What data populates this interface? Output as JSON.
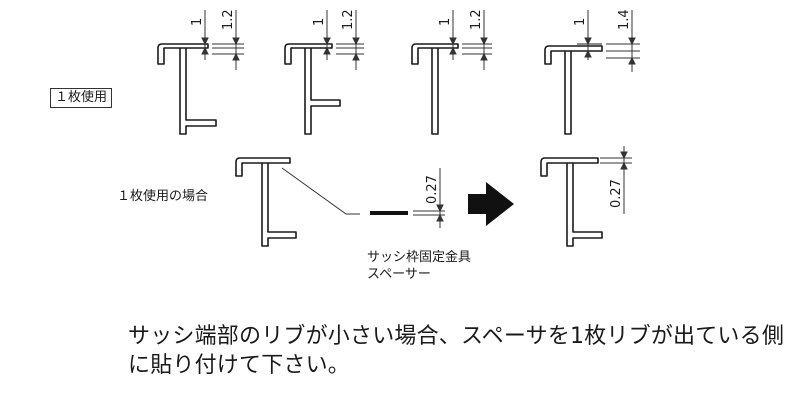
{
  "labels": {
    "single_use": "１枚使用",
    "single_use_case": "１枚使用の場合",
    "spacer_line1": "サッシ枠固定金具",
    "spacer_line2": "スペーサー"
  },
  "dimensions": {
    "gap": "1",
    "rib_a": "1.2",
    "rib_b": "1.4",
    "spacer_thickness": "0.27"
  },
  "caption": {
    "line1": "サッシ端部のリブが小さい場合、スペーサを1枚リブが出ている側",
    "line2": "に貼り付けて下さい。"
  }
}
